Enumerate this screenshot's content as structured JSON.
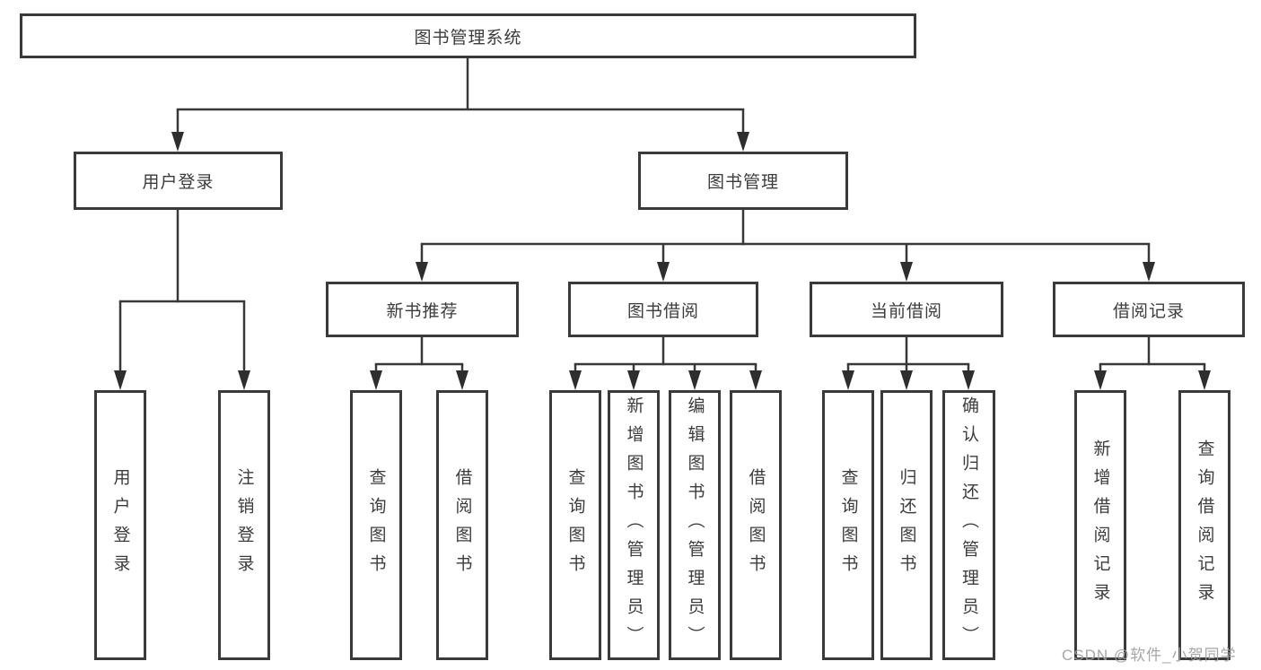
{
  "tree": {
    "label": "图书管理系统",
    "children": [
      {
        "label": "用户登录",
        "children": [
          {
            "label": "用户登录"
          },
          {
            "label": "注销登录"
          }
        ]
      },
      {
        "label": "图书管理",
        "children": [
          {
            "label": "新书推荐",
            "children": [
              {
                "label": "查询图书"
              },
              {
                "label": "借阅图书"
              }
            ]
          },
          {
            "label": "图书借阅",
            "children": [
              {
                "label": "查询图书"
              },
              {
                "label": "新增图书（管理员）"
              },
              {
                "label": "编辑图书（管理员）"
              },
              {
                "label": "借阅图书"
              }
            ]
          },
          {
            "label": "当前借阅",
            "children": [
              {
                "label": "查询图书"
              },
              {
                "label": "归还图书"
              },
              {
                "label": "确认归还（管理员）"
              }
            ]
          },
          {
            "label": "借阅记录",
            "children": [
              {
                "label": "新增借阅记录"
              },
              {
                "label": "查询借阅记录"
              }
            ]
          }
        ]
      }
    ]
  },
  "watermark": "CSDN @软件_小贺同学",
  "colors": {
    "box_border": "#3a3a3a",
    "line": "#383838",
    "arrow": "#2e2e2e",
    "text": "#3c3c3c",
    "watermark": "#9e9e9e",
    "background": "#ffffff"
  }
}
